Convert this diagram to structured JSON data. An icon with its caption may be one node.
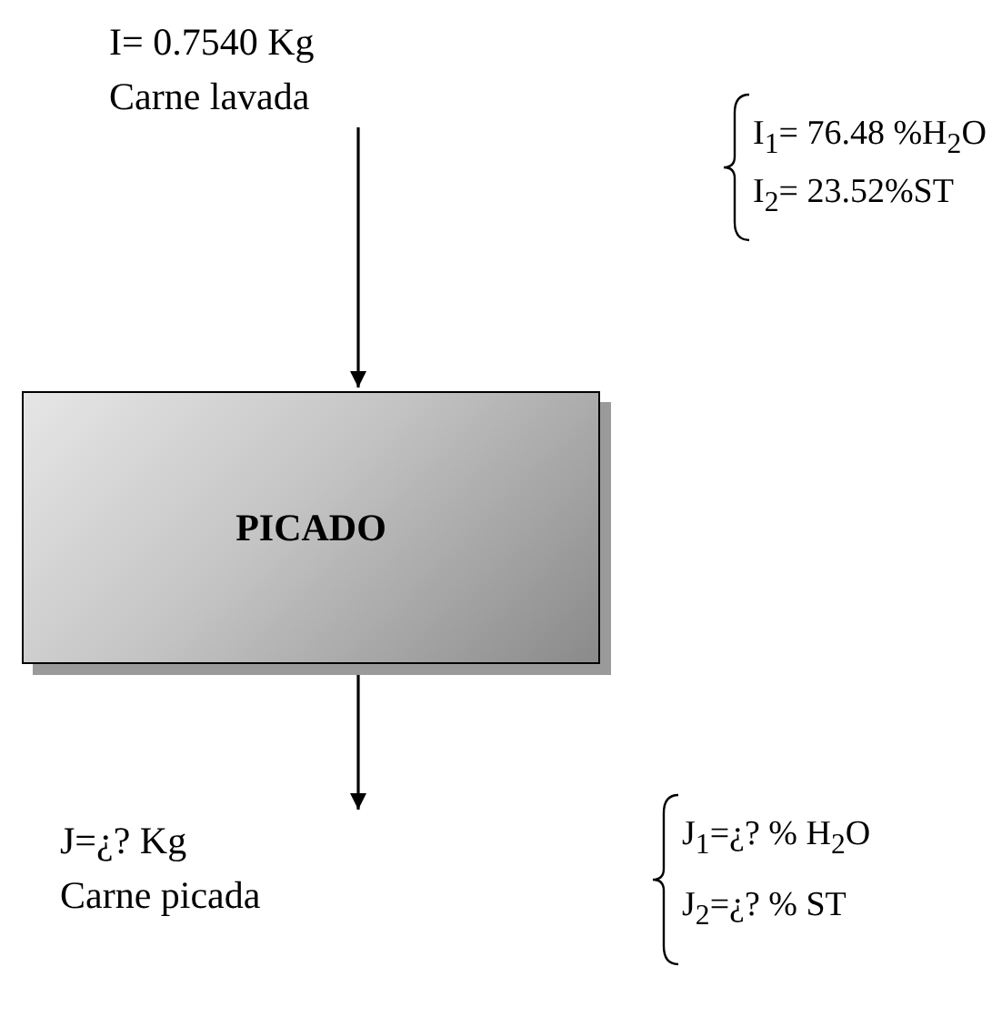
{
  "diagram": {
    "nodes": [
      {
        "text": [
          "I= 0.7540 Kg",
          "Carne lavada"
        ],
        "beside": [
          "I$_{1}$= 76.48 %H$_{2}$O",
          "I$_{2}$= 23.52%ST"
        ]
      },
      {
        "text": [
          "PICADO"
        ]
      },
      {
        "text": [
          "J=¿?  Kg",
          "Carne picada"
        ],
        "beside": [
          "J$_{1}$=¿? % H$_{2}$O",
          "J$_{2}$=¿? % ST"
        ]
      }
    ],
    "edges": [
      {
        "from": 0,
        "to": 1,
        "arrow": "to"
      },
      {
        "from": 1,
        "to": 2,
        "arrow": "to"
      }
    ]
  }
}
